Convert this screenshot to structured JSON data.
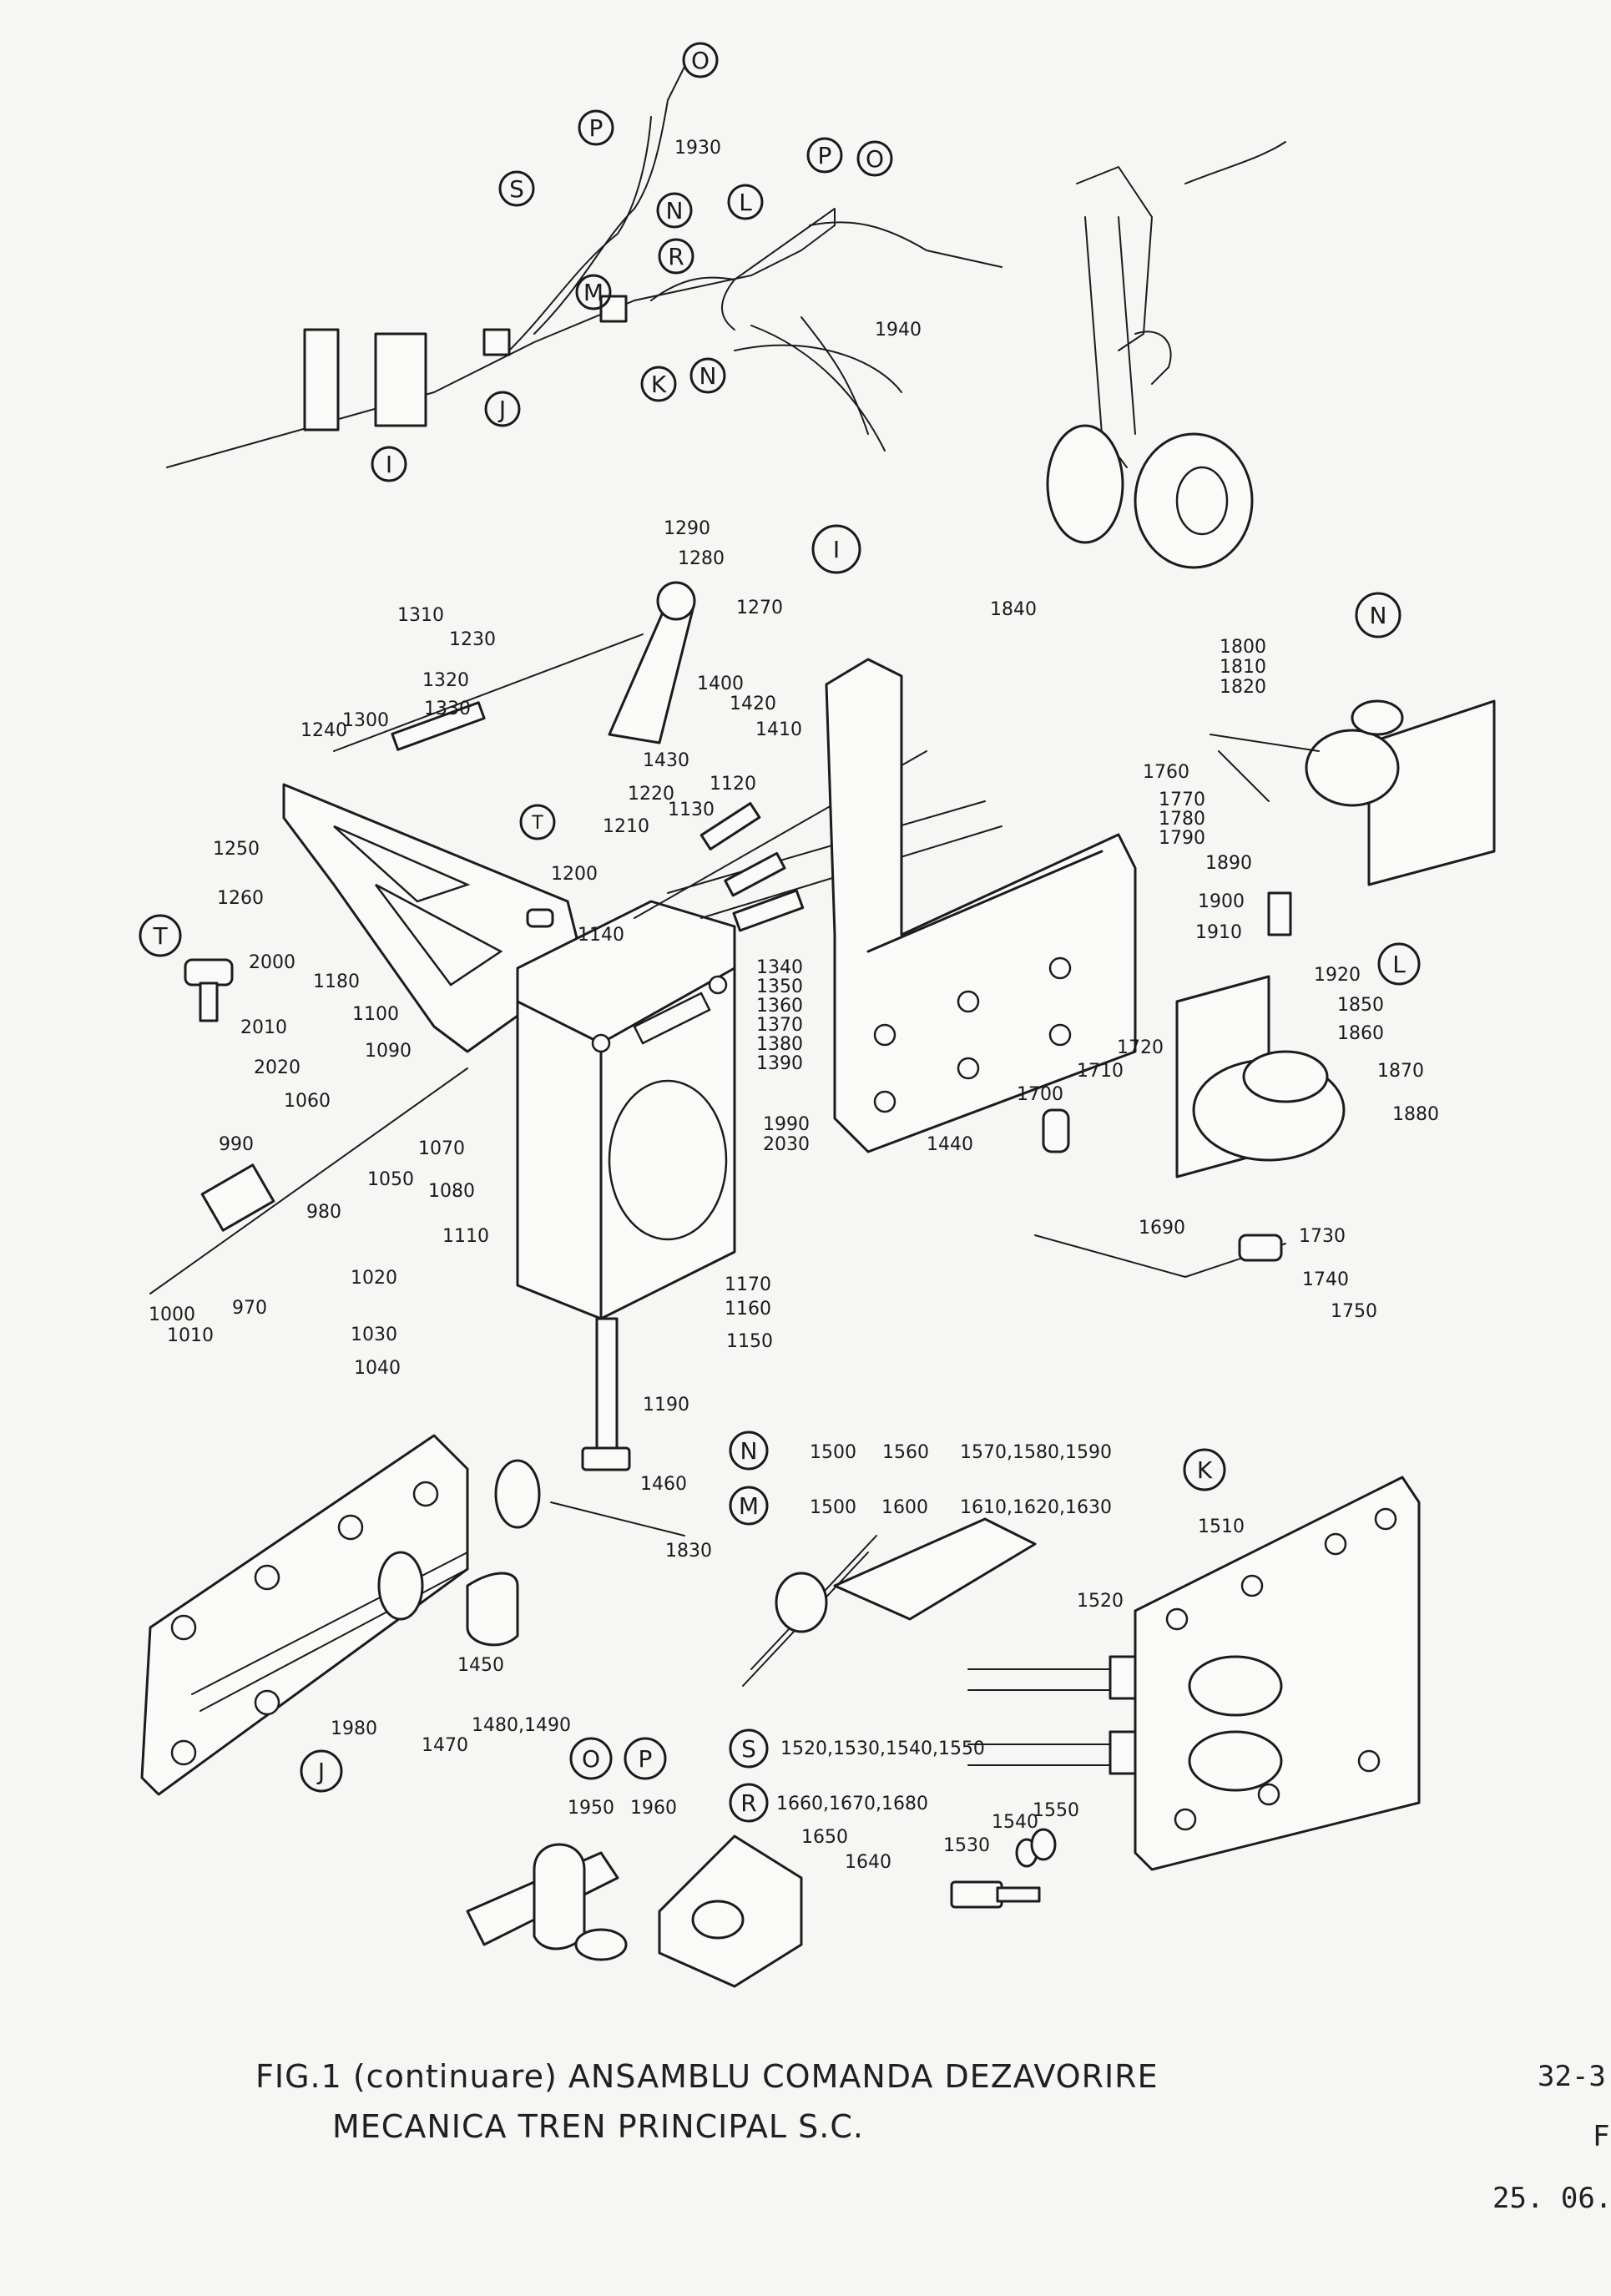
{
  "callouts": {
    "I": "I",
    "J": "J",
    "K": "K",
    "L": "L",
    "M": "M",
    "N": "N",
    "O": "O",
    "P": "P",
    "R": "R",
    "S": "S",
    "T": "T"
  },
  "parts": {
    "p1930": "1930",
    "p1940": "1940",
    "p1290": "1290",
    "p1280": "1280",
    "p1270": "1270",
    "p1840": "1840",
    "p1310": "1310",
    "p1230": "1230",
    "p1320": "1320",
    "p1330": "1330",
    "p1400": "1400",
    "p1420": "1420",
    "p1410": "1410",
    "p1430": "1430",
    "p1240": "1240",
    "p1300": "1300",
    "p1220": "1220",
    "p1120": "1120",
    "p1210": "1210",
    "p1130": "1130",
    "p1250": "1250",
    "p1260": "1260",
    "p1200": "1200",
    "p1140": "1140",
    "p1180": "1180",
    "p2000": "2000",
    "p2010": "2010",
    "p2020": "2020",
    "p1100": "1100",
    "p1090": "1090",
    "p1060": "1060",
    "p1070": "1070",
    "p1050": "1050",
    "p1080": "1080",
    "p990": "990",
    "p980": "980",
    "p1110": "1110",
    "p970": "970",
    "p1000": "1000",
    "p1010": "1010",
    "p1020": "1020",
    "p1030": "1030",
    "p1040": "1040",
    "p1170": "1170",
    "p1160": "1160",
    "p1150": "1150",
    "p1190": "1190",
    "p1340": "1340",
    "p1350": "1350",
    "p1360": "1360",
    "p1370": "1370",
    "p1380": "1380",
    "p1390": "1390",
    "p1990": "1990",
    "p2030": "2030",
    "p1440": "1440",
    "p1800": "1800",
    "p1810": "1810",
    "p1820": "1820",
    "p1760": "1760",
    "p1770": "1770",
    "p1780": "1780",
    "p1790": "1790",
    "p1890": "1890",
    "p1900": "1900",
    "p1910": "1910",
    "p1920": "1920",
    "p1850": "1850",
    "p1860": "1860",
    "p1720": "1720",
    "p1710": "1710",
    "p1700": "1700",
    "p1870": "1870",
    "p1880": "1880",
    "p1690": "1690",
    "p1730": "1730",
    "p1740": "1740",
    "p1750": "1750",
    "p1460": "1460",
    "p1830": "1830",
    "p1450": "1450",
    "p1980": "1980",
    "p1470": "1470",
    "p14801490": "1480,1490",
    "p1500a": "1500",
    "p1560": "1560",
    "p157015801590": "1570,1580,1590",
    "p1500b": "1500",
    "p1600": "1600",
    "p161016201630": "1610,1620,1630",
    "p1510": "1510",
    "p1520": "1520",
    "p1520list": "1520,1530,1540,1550",
    "p166016701680": "1660,1670,1680",
    "p1650": "1650",
    "p1640": "1640",
    "p1950": "1950",
    "p1960": "1960",
    "p1530": "1530",
    "p1540": "1540",
    "p1550": "1550"
  },
  "caption": {
    "line1": "FIG.1 (continuare) ANSAMBLU COMANDA DEZAVORIRE",
    "line2": "MECANICA TREN PRINCIPAL  S.C."
  },
  "side_text": {
    "ref": "32-3",
    "letter": "F",
    "date": "25. 06."
  }
}
